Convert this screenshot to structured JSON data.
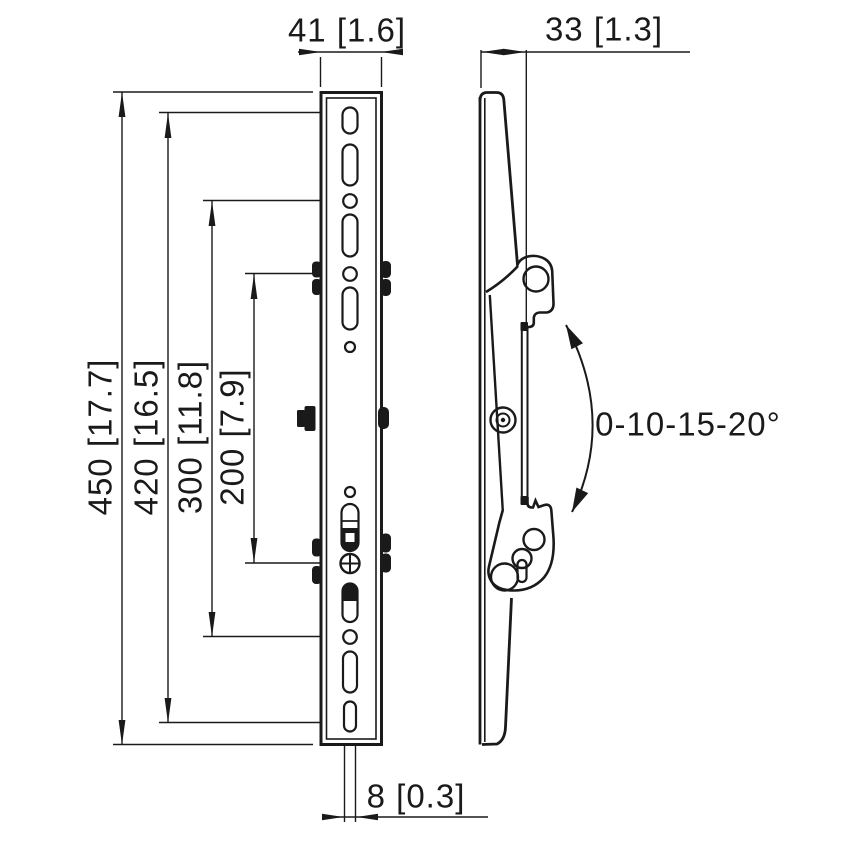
{
  "drawing": {
    "type": "technical-dimension-drawing",
    "views": [
      "front-view-bracket",
      "side-view-bracket"
    ],
    "dims": {
      "front_width": "41 [1.6]",
      "depth": "33 [1.3]",
      "total_height": "450 [17.7]",
      "span_420": "420 [16.5]",
      "span_300": "300 [11.8]",
      "span_200": "200 [7.9]",
      "slot_width": "8 [0.3]",
      "tilt_range": "0-10-15-20°"
    },
    "colors": {
      "line": "#1a1a1a",
      "background": "#ffffff"
    }
  }
}
